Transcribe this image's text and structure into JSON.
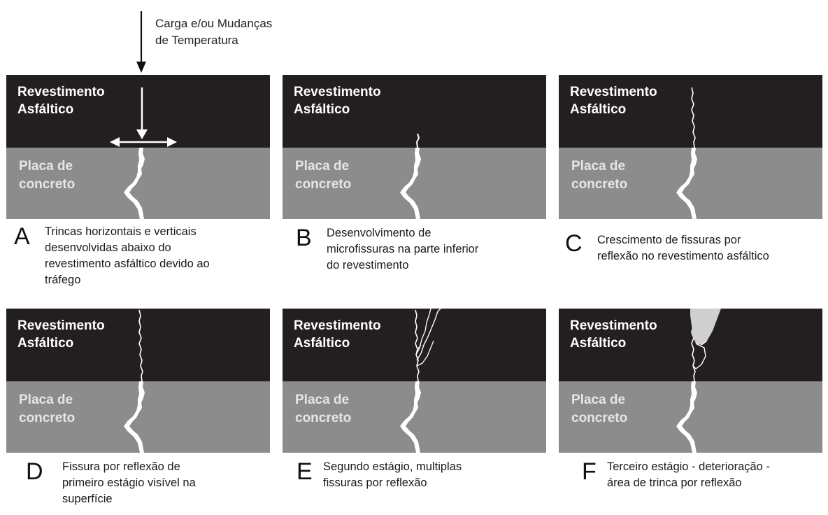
{
  "load": {
    "label_line1": "Carga e/ou Mudanças",
    "label_line2": "de Temperatura"
  },
  "layers": {
    "asphalt_line1": "Revestimento",
    "asphalt_line2": "Asfáltico",
    "concrete_line1": "Placa de",
    "concrete_line2": "concreto"
  },
  "colors": {
    "asphalt": "#231f20",
    "concrete": "#8c8c8c",
    "crack": "#ffffff",
    "spall": "#cfcfcf"
  },
  "panels": [
    {
      "letter": "A",
      "stage": "initial",
      "caption": [
        "Trincas horizontais e verticais",
        "desenvolvidas abaixo do",
        "revestimento asfáltico devido ao",
        "tráfego"
      ]
    },
    {
      "letter": "B",
      "stage": "micro",
      "caption": [
        "Desenvolvimento de",
        "microfissuras na parte inferior",
        "do revestimento"
      ]
    },
    {
      "letter": "C",
      "stage": "growth",
      "caption": [
        "Crescimento de fissuras por",
        "reflexão no revestimento asfáltico"
      ]
    },
    {
      "letter": "D",
      "stage": "surface",
      "caption": [
        "Fissura por reflexão de",
        "primeiro estágio visível na",
        "superfície"
      ]
    },
    {
      "letter": "E",
      "stage": "multiple",
      "caption": [
        "Segundo estágio, multiplas",
        "fissuras por reflexão"
      ]
    },
    {
      "letter": "F",
      "stage": "deterioration",
      "caption": [
        "Terceiro estágio - deterioração -",
        "área de trinca por reflexão"
      ]
    }
  ]
}
